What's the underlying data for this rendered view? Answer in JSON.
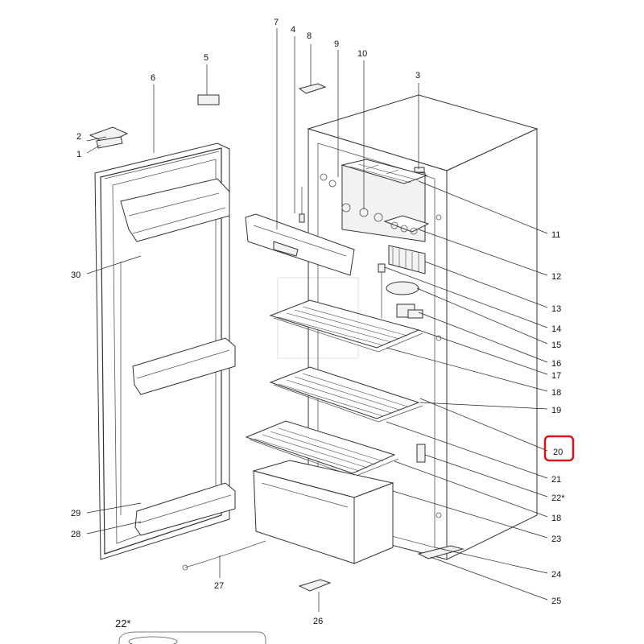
{
  "callouts": {
    "n1": "1",
    "n2": "2",
    "n3": "3",
    "n4": "4",
    "n5": "5",
    "n6": "6",
    "n7": "7",
    "n8": "8",
    "n9": "9",
    "n10": "10",
    "n11": "11",
    "n12": "12",
    "n13": "13",
    "n14": "14",
    "n15": "15",
    "n16": "16",
    "n17": "17",
    "n18a": "18",
    "n19": "19",
    "n20": "20",
    "n21": "21",
    "n22": "22*",
    "n18b": "18",
    "n23": "23",
    "n24": "24",
    "n25": "25",
    "n26": "26",
    "n27": "27",
    "n28": "28",
    "n29": "29",
    "n30": "30"
  },
  "inset": {
    "label": "22*"
  },
  "highlight": {
    "target": "20",
    "color": "#d9141b"
  }
}
